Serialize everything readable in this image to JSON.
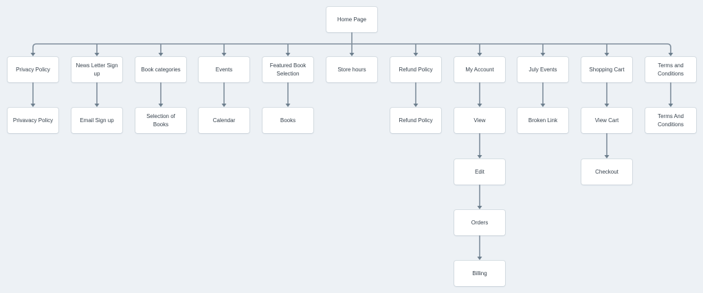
{
  "app": {
    "background_color": "#edf1f5",
    "node_fill_color": "#ffffff",
    "node_text_color": "#36414c",
    "connector_color": "#7e8d9b",
    "arrowhead_color": "#6d7f8e"
  },
  "sitemap": {
    "root": {
      "label": "Home Page"
    },
    "branches": [
      {
        "label": "Privacy Policy",
        "chain": [
          "Privavacy Policy"
        ]
      },
      {
        "label": "News Letter Sign up",
        "chain": [
          "Email Sign up"
        ]
      },
      {
        "label": "Book categories",
        "chain": [
          "Selection of Books"
        ]
      },
      {
        "label": "Events",
        "chain": [
          "Calendar"
        ]
      },
      {
        "label": "Featured Book Selection",
        "chain": [
          "Books"
        ]
      },
      {
        "label": "Store hours",
        "chain": []
      },
      {
        "label": "Refund Policy",
        "chain": [
          "Refund Policy"
        ]
      },
      {
        "label": "My Account",
        "chain": [
          "View",
          "Edit",
          "Orders",
          "Billing"
        ]
      },
      {
        "label": "July Events",
        "chain": [
          "Broken Link"
        ]
      },
      {
        "label": "Shopping Cart",
        "chain": [
          "View Cart",
          "Checkout"
        ]
      },
      {
        "label": "Terms and Conditions",
        "chain": [
          "Terms And Conditions"
        ]
      }
    ]
  }
}
